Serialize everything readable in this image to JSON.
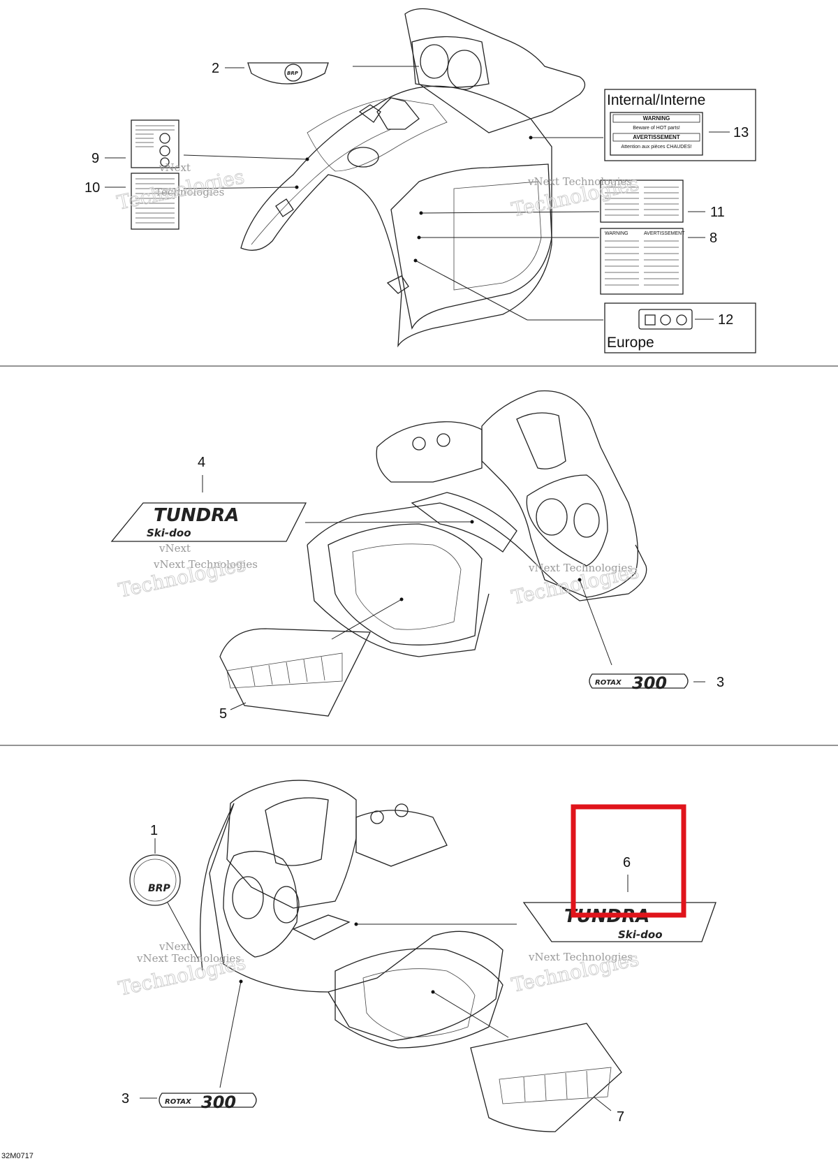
{
  "diagram_ref": "32M0717",
  "watermark": {
    "line1": "vNext",
    "line2": "Technologies",
    "line_small": "vNext Technologies"
  },
  "box_internal": {
    "title": "Internal/Interne",
    "warning": "WARNING",
    "warning_text": "Beware of HOT parts!",
    "avertissement": "AVERTISSEMENT",
    "avertissement_text": "Attention aux pièces CHAUDES!"
  },
  "box_europe": {
    "title": "Europe"
  },
  "decal_text": {
    "brp": "BRP",
    "tundra": "TUNDRA",
    "skidoo": "Ski-doo",
    "rotax": "ROTAX",
    "rotax_num": "300",
    "warning_small": "WARNING",
    "avertissement_small": "AVERTISSEMENT"
  },
  "callouts": {
    "c1": "1",
    "c2": "2",
    "c3a": "3",
    "c3b": "3",
    "c4": "4",
    "c5": "5",
    "c6": "6",
    "c7": "7",
    "c8": "8",
    "c9": "9",
    "c10": "10",
    "c11": "11",
    "c12": "12",
    "c13": "13"
  },
  "highlight": {
    "label": "6",
    "color": "#e0141b"
  },
  "colors": {
    "line": "#222222",
    "watermark": "#9a9a9a",
    "divider": "#555555"
  }
}
